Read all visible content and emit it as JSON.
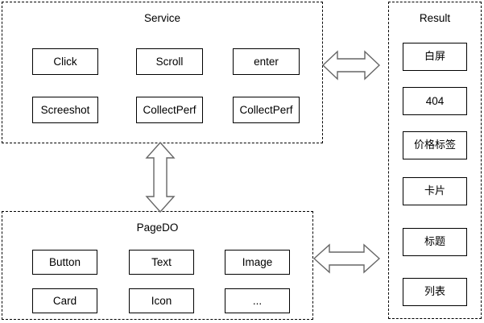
{
  "diagram": {
    "title_service": "Service",
    "title_pagedo": "PageDO",
    "title_result": "Result",
    "stroke_color": "#000000",
    "fill_color": "#ffffff",
    "arrow_outline_color": "#666666"
  },
  "service": {
    "label": "Service",
    "nodes": [
      {
        "label": "Click"
      },
      {
        "label": "Scroll"
      },
      {
        "label": "enter"
      },
      {
        "label": "Screeshot"
      },
      {
        "label": "CollectPerf"
      },
      {
        "label": "CollectPerf"
      }
    ]
  },
  "pagedo": {
    "label": "PageDO",
    "nodes": [
      {
        "label": "Button"
      },
      {
        "label": "Text"
      },
      {
        "label": "Image"
      },
      {
        "label": "Card"
      },
      {
        "label": "Icon"
      },
      {
        "label": "..."
      }
    ]
  },
  "result": {
    "label": "Result",
    "nodes": [
      {
        "label": "白屏"
      },
      {
        "label": "404"
      },
      {
        "label": "价格标签"
      },
      {
        "label": "卡片"
      },
      {
        "label": "标题"
      },
      {
        "label": "列表"
      }
    ]
  },
  "arrows": [
    {
      "name": "service-result",
      "direction": "bidirectional-horizontal"
    },
    {
      "name": "pagedo-result",
      "direction": "bidirectional-horizontal"
    },
    {
      "name": "service-pagedo",
      "direction": "bidirectional-vertical"
    }
  ]
}
